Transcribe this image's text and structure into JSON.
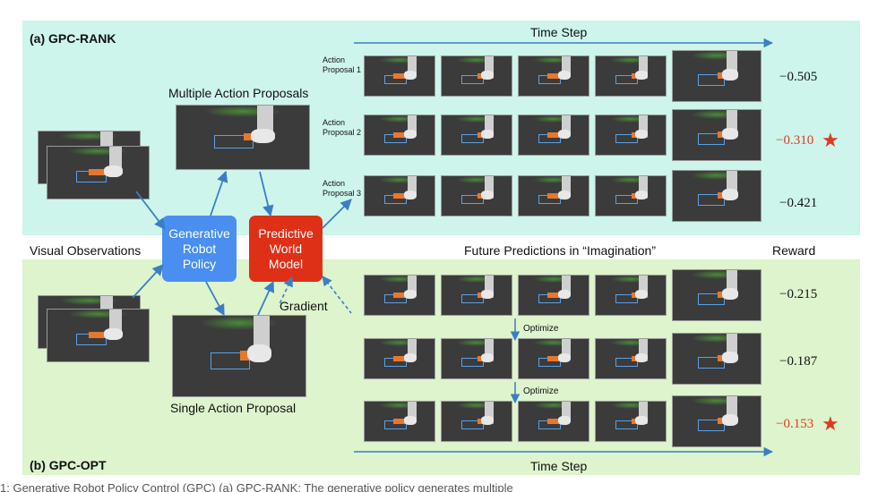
{
  "top_panel": {
    "title": "(a) GPC-RANK",
    "time_step_label": "Time Step",
    "multi_proposals_label": "Multiple Action Proposals",
    "proposals": [
      {
        "label": "Action\nProposal 1",
        "reward": "−0.505",
        "best": false
      },
      {
        "label": "Action\nProposal 2",
        "reward": "−0.310",
        "best": true
      },
      {
        "label": "Action\nProposal 3",
        "reward": "−0.421",
        "best": false
      }
    ]
  },
  "middle": {
    "visual_observations_label": "Visual Observations",
    "future_predictions_label": "Future Predictions in “Imagination”",
    "reward_label": "Reward",
    "policy_box": "Generative\nRobot\nPolicy",
    "model_box": "Predictive\nWorld\nModel",
    "gradient_label": "Gradient"
  },
  "bottom_panel": {
    "title": "(b) GPC-OPT",
    "time_step_label": "Time Step",
    "single_proposal_label": "Single Action Proposal",
    "optimize_label": "Optimize",
    "rows": [
      {
        "reward": "−0.215",
        "best": false
      },
      {
        "reward": "−0.187",
        "best": false
      },
      {
        "reward": "−0.153",
        "best": true
      }
    ]
  },
  "colors": {
    "top_bg": "#cdf5ec",
    "bottom_bg": "#ddf4cd",
    "policy": "#4a8ff0",
    "model": "#de3017",
    "arrow": "#3a7fc4",
    "best_reward": "#e03a1e"
  },
  "caption_fragment": "1: Generative Robot Policy Control (GPC) (a) GPC-RANK: The generative policy generates multiple"
}
